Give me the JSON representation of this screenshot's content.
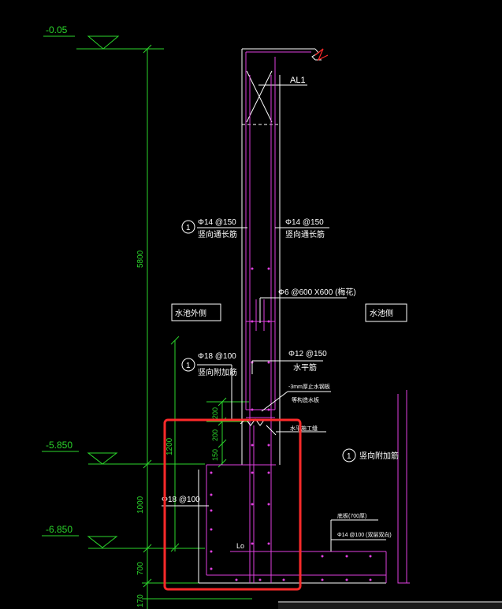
{
  "levels": {
    "top": "-0.05",
    "mid": "-5.850",
    "bottom": "-6.850"
  },
  "dimensions": {
    "wall_height": "5800",
    "d1000": "1000",
    "d700": "700",
    "d170": "170",
    "d1200": "1200",
    "d200a": "200",
    "d200b": "200",
    "d150": "150"
  },
  "labels": {
    "beam": "AL1",
    "bar_left_spec": "Φ14 @150",
    "bar_left_desc": "竖向通长筋",
    "bar_right_spec": "Φ14 @150",
    "bar_right_desc": "竖向通长筋",
    "tie_spec": "Φ6 @600 X600 (梅花)",
    "outer_side": "水池外侧",
    "inner_side": "水池侧",
    "add_bar_spec": "Φ18 @100",
    "add_bar_desc": "竖向附加筋",
    "horiz_spec": "Φ12 @150",
    "horiz_desc": "水平筋",
    "waterstop": "-3mm厚止水钢板",
    "waterstop2": "等构造水板",
    "horiz_construct": "水平施工缝",
    "add_bar_right": "竖向附加筋",
    "bottom_bar": "Φ18 @100",
    "slab_note": "底板(700厚)",
    "slab_bar": "Φ14 @100 (双层双向)",
    "lo": "Lo",
    "circle_no_1": "1",
    "circle_no_2": "1",
    "circle_no_3": "1"
  },
  "colors": {
    "background": "#000000",
    "dim_green": "#2bd62b",
    "rebar_magenta": "#e040e0",
    "text_white": "#ffffff",
    "highlight_red": "#ff2a2a"
  }
}
